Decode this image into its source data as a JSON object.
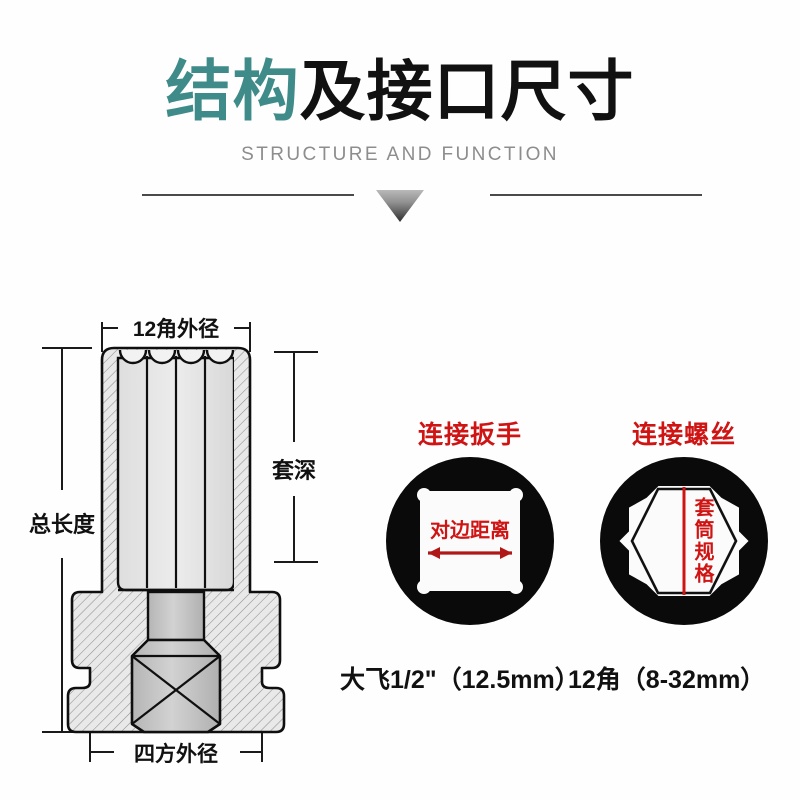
{
  "header": {
    "title_accent": "结构",
    "title_main": "及接口尺寸",
    "subtitle": "STRUCTURE AND FUNCTION",
    "accent_color": "#3f8b89",
    "main_color": "#111111",
    "subtitle_color": "#8d8d8d",
    "arrow_icon": "triangle-down-icon"
  },
  "diagram": {
    "name": "impact-socket-cross-section",
    "labels": {
      "top": "12角外径",
      "right": "套深",
      "left": "总长度",
      "bottom": "四方外径"
    }
  },
  "panels": [
    {
      "id": "wrench-connection",
      "title": "连接扳手",
      "figure": "square-drive-icon",
      "inner_label": "对边距离",
      "caption": "大飞1/2\"（12.5mm）",
      "title_color": "#cf1414",
      "label_color": "#cf1414"
    },
    {
      "id": "bolt-connection",
      "title": "连接螺丝",
      "figure": "twelve-point-socket-icon",
      "inner_label": "套筒规格",
      "caption": "12角（8-32mm）",
      "title_color": "#cf1414",
      "label_color": "#cf1414"
    }
  ],
  "colors": {
    "background": "#fefefe",
    "teal": "#3f8b89",
    "red": "#cf1414",
    "line": "#4a4a4a",
    "metal_light": "#e8e8e8",
    "metal_mid": "#c9c9c9",
    "black": "#0a0a0a"
  }
}
